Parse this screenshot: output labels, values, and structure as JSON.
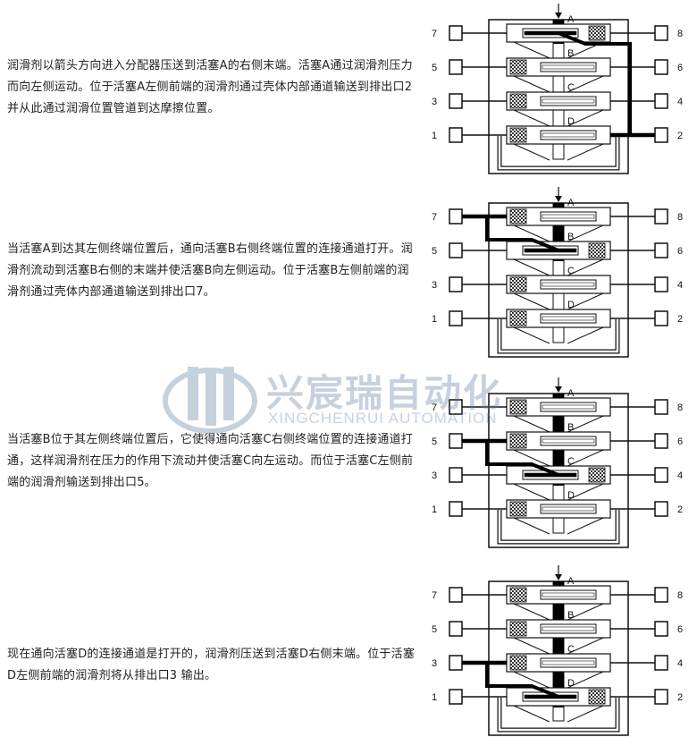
{
  "steps": [
    {
      "text": "润滑剂以箭头方向进入分配器压送到活塞A的右侧末端。活塞A通过润滑剂压力而向左侧运动。位于活塞A左侧前端的润滑剂通过壳体内部通道输送到排出口2 并从此通过润滑位置管道到达摩擦位置。",
      "active_piston": "A",
      "active_outlet": "2"
    },
    {
      "text": "当活塞A到达其左侧终端位置后，通向活塞B右侧终端位置的连接通道打开。润滑剂流动到活塞B右侧的末端并使活塞B向左侧运动。位于活塞B左侧前端的润滑剂通过壳体内部通道输送到排出口7。",
      "active_piston": "B",
      "active_outlet": "7"
    },
    {
      "text": "当活塞B位于其左侧终端位置后，它使得通向活塞C右侧终端位置的连接通道打通，这样润滑剂在压力的作用下流动并使活塞C向左运动。而位于活塞C左侧前端的润滑剂输送到排出口5。",
      "active_piston": "C",
      "active_outlet": "5"
    },
    {
      "text": "现在通向活塞D的连接通道是打开的，润滑剂压送到活塞D右侧末端。位于活塞D左侧前端的润滑剂将从排出口3 输出。",
      "active_piston": "D",
      "active_outlet": "3"
    }
  ],
  "pistons": [
    "A",
    "B",
    "C",
    "D"
  ],
  "outlets_left": [
    "7",
    "5",
    "3",
    "1"
  ],
  "outlets_right": [
    "8",
    "6",
    "4",
    "2"
  ],
  "watermark": {
    "title": "兴宸瑞自动化",
    "subtitle": "XINGCHENRUI AUTOMATION"
  },
  "colors": {
    "line": "#111111",
    "highlight": "#000000",
    "watermark": "#5d7ea3"
  }
}
